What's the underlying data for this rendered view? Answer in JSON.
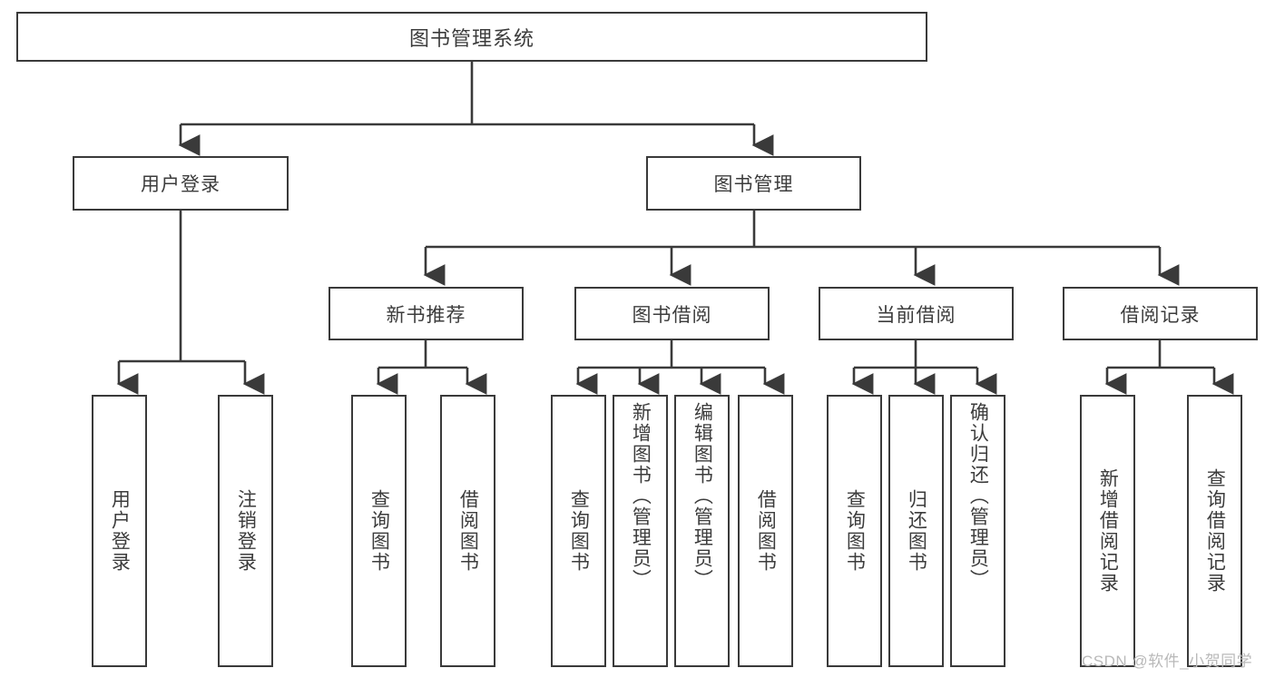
{
  "diagram": {
    "type": "tree",
    "title": "图书管理系统",
    "watermark": "CSDN @软件_小贺同学",
    "colors": {
      "border": "#3a3a3a",
      "text": "#3c3c3c",
      "background": "#ffffff",
      "watermark": "#b9b9b9"
    },
    "nodes": {
      "root": "图书管理系统",
      "level2": {
        "user_login": "用户登录",
        "book_manage": "图书管理"
      },
      "level3": {
        "new_book_recommend": "新书推荐",
        "book_borrow": "图书借阅",
        "current_borrow": "当前借阅",
        "borrow_record": "借阅记录"
      },
      "leaves": {
        "user_login_leaf": "用户登录",
        "logout_leaf": "注销登录",
        "rec_query_book": "查询图书",
        "rec_borrow_book": "借阅图书",
        "borrow_query_book": "查询图书",
        "borrow_add_book": "新增图书（管理员）",
        "borrow_edit_book": "编辑图书（管理员）",
        "borrow_lend_book": "借阅图书",
        "cur_query_book": "查询图书",
        "cur_return_book": "归还图书",
        "cur_confirm_return": "确认归还（管理员）",
        "rec_add_record": "新增借阅记录",
        "rec_query_record": "查询借阅记录"
      }
    },
    "edges": [
      {
        "from": "root",
        "to": "user_login"
      },
      {
        "from": "root",
        "to": "book_manage"
      },
      {
        "from": "user_login",
        "to": "user_login_leaf"
      },
      {
        "from": "user_login",
        "to": "logout_leaf"
      },
      {
        "from": "book_manage",
        "to": "new_book_recommend"
      },
      {
        "from": "book_manage",
        "to": "book_borrow"
      },
      {
        "from": "book_manage",
        "to": "current_borrow"
      },
      {
        "from": "book_manage",
        "to": "borrow_record"
      },
      {
        "from": "new_book_recommend",
        "to": "rec_query_book"
      },
      {
        "from": "new_book_recommend",
        "to": "rec_borrow_book"
      },
      {
        "from": "book_borrow",
        "to": "borrow_query_book"
      },
      {
        "from": "book_borrow",
        "to": "borrow_add_book"
      },
      {
        "from": "book_borrow",
        "to": "borrow_edit_book"
      },
      {
        "from": "book_borrow",
        "to": "borrow_lend_book"
      },
      {
        "from": "current_borrow",
        "to": "cur_query_book"
      },
      {
        "from": "current_borrow",
        "to": "cur_return_book"
      },
      {
        "from": "current_borrow",
        "to": "cur_confirm_return"
      },
      {
        "from": "borrow_record",
        "to": "rec_add_record"
      },
      {
        "from": "borrow_record",
        "to": "rec_query_record"
      }
    ]
  }
}
